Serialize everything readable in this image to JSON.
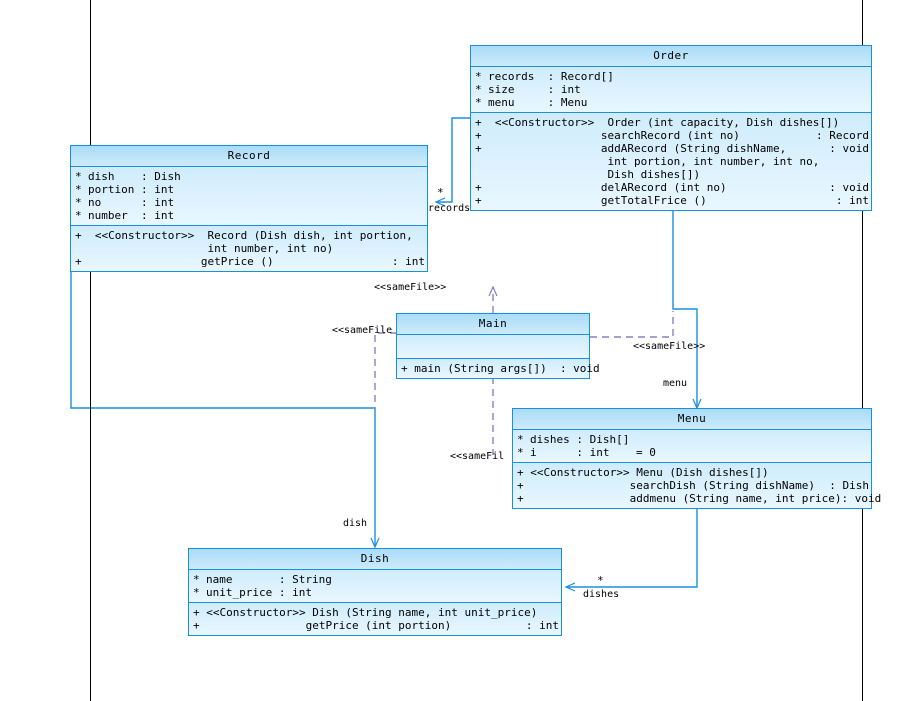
{
  "diagram": {
    "kind": "uml-class-diagram",
    "colors": {
      "class_border": "#1a8fe0",
      "class_fill_top": "#bfe6fb",
      "class_fill_bottom": "#eaf8ff",
      "association": "#1a8fe0",
      "dependency": "#8a7fc4",
      "frame": "#000000"
    }
  },
  "classes": {
    "order": {
      "name": "Order",
      "attributes": [
        {
          "visibility": "*",
          "name": "records",
          "type": "Record[]"
        },
        {
          "visibility": "*",
          "name": "size",
          "type": "int"
        },
        {
          "visibility": "*",
          "name": "menu",
          "type": "Menu"
        }
      ],
      "operations": [
        {
          "visibility": "+",
          "stereotype": "<<Constructor>>",
          "signature": "Order (int capacity, Dish dishes[])",
          "returns": ""
        },
        {
          "visibility": "+",
          "stereotype": "",
          "signature": "searchRecord (int no)",
          "returns": ": Record"
        },
        {
          "visibility": "+",
          "stereotype": "",
          "signature": "addARecord (String dishName,",
          "returns": ": void"
        },
        {
          "visibility": "",
          "stereotype": "",
          "signature": " int portion, int number, int no,",
          "returns": ""
        },
        {
          "visibility": "",
          "stereotype": "",
          "signature": " Dish dishes[])",
          "returns": ""
        },
        {
          "visibility": "+",
          "stereotype": "",
          "signature": "delARecord (int no)",
          "returns": ": void"
        },
        {
          "visibility": "+",
          "stereotype": "",
          "signature": "getTotalFrice ()",
          "returns": ": int"
        }
      ]
    },
    "record": {
      "name": "Record",
      "attributes": [
        {
          "visibility": "*",
          "name": "dish",
          "type": "Dish"
        },
        {
          "visibility": "*",
          "name": "portion",
          "type": "int"
        },
        {
          "visibility": "*",
          "name": "no",
          "type": "int"
        },
        {
          "visibility": "*",
          "name": "number",
          "type": "int"
        }
      ],
      "operations": [
        {
          "visibility": "+",
          "stereotype": "<<Constructor>>",
          "signature": "Record (Dish dish, int portion,",
          "returns": ""
        },
        {
          "visibility": "",
          "stereotype": "",
          "signature": "int number, int no)",
          "returns": ""
        },
        {
          "visibility": "+",
          "stereotype": "",
          "signature": "getPrice ()",
          "returns": ": int"
        }
      ]
    },
    "main": {
      "name": "Main",
      "attributes": [],
      "operations": [
        {
          "visibility": "+",
          "stereotype": "",
          "signature": "main (String args[]) : void",
          "returns": ""
        }
      ]
    },
    "menu": {
      "name": "Menu",
      "attributes": [
        {
          "visibility": "*",
          "name": "dishes",
          "type": "Dish[]"
        },
        {
          "visibility": "*",
          "name": "i",
          "type": "int",
          "default": "= 0"
        }
      ],
      "operations": [
        {
          "visibility": "+",
          "stereotype": "<<Constructor>>",
          "signature": "Menu (Dish dishes[])",
          "returns": ""
        },
        {
          "visibility": "+",
          "stereotype": "",
          "signature": "searchDish (String dishName)",
          "returns": ": Dish"
        },
        {
          "visibility": "+",
          "stereotype": "",
          "signature": "addmenu (String name, int price)",
          "returns": ": void"
        }
      ]
    },
    "dish": {
      "name": "Dish",
      "attributes": [
        {
          "visibility": "*",
          "name": "name",
          "type": "String"
        },
        {
          "visibility": "*",
          "name": "unit_price",
          "type": "int"
        }
      ],
      "operations": [
        {
          "visibility": "+",
          "stereotype": "<<Constructor>>",
          "signature": "Dish (String name, int unit_price)",
          "returns": ""
        },
        {
          "visibility": "+",
          "stereotype": "",
          "signature": "getPrice (int portion)",
          "returns": ": int"
        }
      ]
    }
  },
  "edge_labels": {
    "order_record_role": "records",
    "order_record_mult": "*",
    "order_menu_role": "menu",
    "record_dish_role": "dish",
    "menu_dish_role": "dishes",
    "menu_dish_mult": "*",
    "samefile_top": "<<sameFile>>",
    "samefile_left": "<<sameFile",
    "samefile_right": "<<sameFile>>",
    "samefile_bottom": "<<sameFil"
  }
}
